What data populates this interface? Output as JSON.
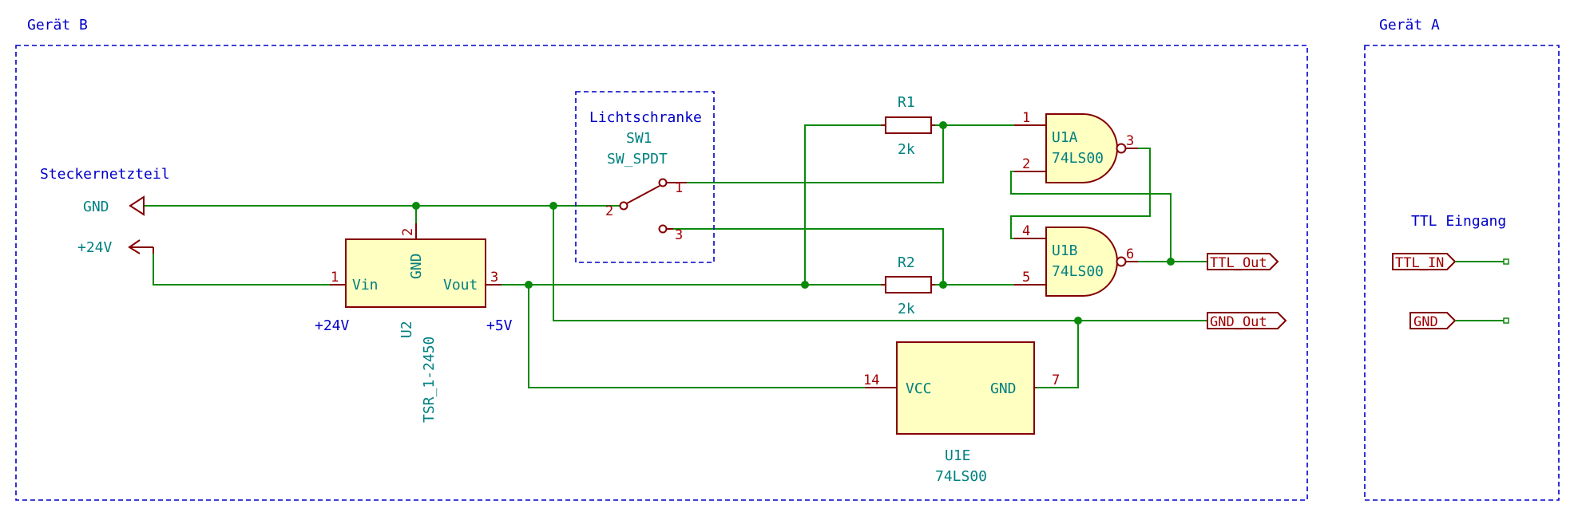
{
  "sheets": {
    "device_b": "Gerät B",
    "device_a": "Gerät A"
  },
  "power": {
    "supply_label": "Steckernetzteil",
    "gnd": "GND",
    "v24": "+24V",
    "net_24v": "+24V",
    "net_5v": "+5V"
  },
  "switch": {
    "group_label": "Lichtschranke",
    "ref": "SW1",
    "value": "SW_SPDT",
    "pins": [
      "1",
      "2",
      "3"
    ]
  },
  "regulator": {
    "ref": "U2",
    "value": "TSR_1-2450",
    "pin_vin": "Vin",
    "pin_gnd": "GND",
    "pin_vout": "Vout",
    "pins": [
      "1",
      "2",
      "3"
    ]
  },
  "resistors": [
    {
      "ref": "R1",
      "value": "2k"
    },
    {
      "ref": "R2",
      "value": "2k"
    }
  ],
  "gates": [
    {
      "ref": "U1A",
      "value": "74LS00",
      "pins": [
        "1",
        "2",
        "3"
      ]
    },
    {
      "ref": "U1B",
      "value": "74LS00",
      "pins": [
        "4",
        "5",
        "6"
      ]
    }
  ],
  "power_unit": {
    "ref": "U1E",
    "value": "74LS00",
    "pin_vcc": "VCC",
    "pin_gnd": "GND",
    "pins": [
      "14",
      "7"
    ]
  },
  "outputs": {
    "ttl_out": "TTL_Out",
    "gnd_out": "GND_Out"
  },
  "device_a": {
    "title": "TTL Eingang",
    "ttl_in": "TTL_IN",
    "gnd": "GND"
  },
  "colors": {
    "frame": "#0000c8",
    "wire": "#0a8a0a",
    "symbol": "#840000",
    "body_fill": "#ffffc2",
    "text_teal": "#008080",
    "text_red": "#a00000"
  }
}
